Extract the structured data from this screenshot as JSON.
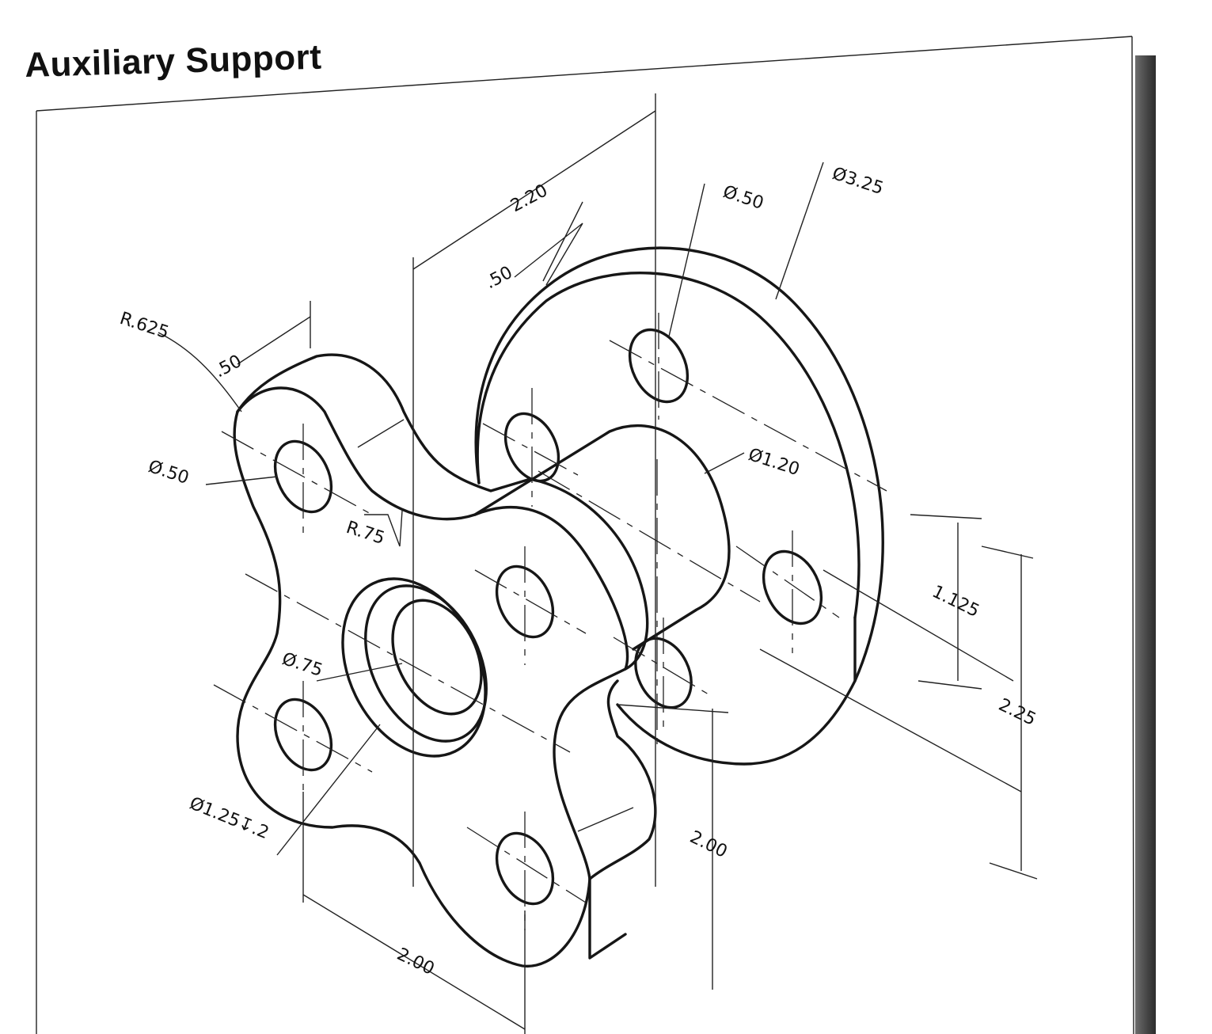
{
  "title": "Auxiliary Support",
  "dimensions": {
    "d1": "2.20",
    "d2": ".50",
    "d3": "Ø.50",
    "d4": "Ø3.25",
    "d5": "R.625",
    "d6": ".50",
    "d7": "Ø.50",
    "d8": "R.75",
    "d9": "Ø1.20",
    "d10": "1.125",
    "d11": "2.25",
    "d12": "Ø.75",
    "d13": "Ø1.25↧.2",
    "d14": "2.00",
    "d15": "2.00"
  },
  "colors": {
    "ink": "#161616",
    "paper": "#ffffff",
    "shadow": "#444444"
  }
}
